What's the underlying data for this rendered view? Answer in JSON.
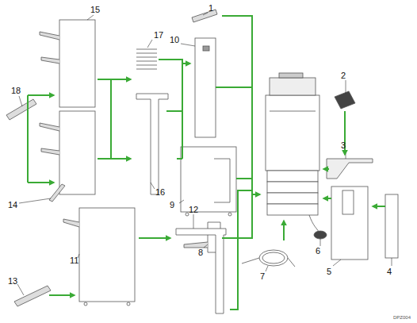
{
  "diagram": {
    "labels": [
      "1",
      "2",
      "3",
      "4",
      "5",
      "6",
      "7",
      "8",
      "9",
      "10",
      "11",
      "12",
      "13",
      "14",
      "15",
      "16",
      "17",
      "18",
      "DPZ004"
    ]
  }
}
